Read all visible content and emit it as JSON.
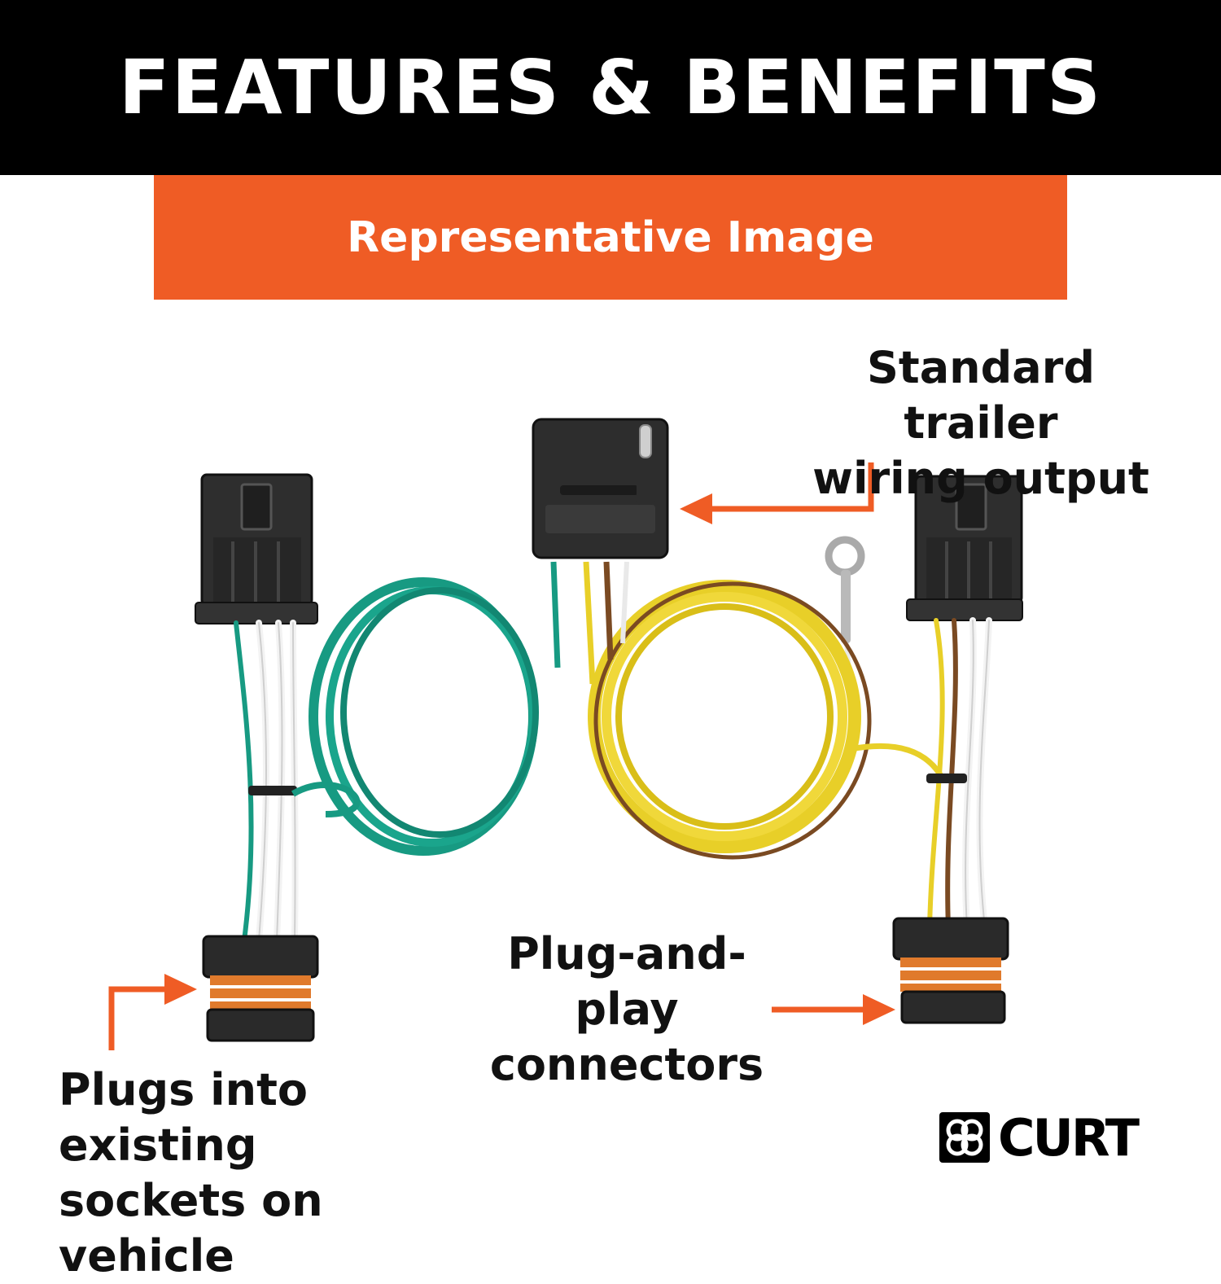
{
  "header": {
    "title": "FEATURES & BENEFITS"
  },
  "banner": {
    "label": "Representative Image"
  },
  "callouts": {
    "output": [
      "Standard trailer",
      "wiring output"
    ],
    "plug_play": [
      "Plug-and-play",
      "connectors"
    ],
    "existing": [
      "Plugs into existing",
      "sockets on vehicle"
    ]
  },
  "brand": {
    "name": "CURT",
    "logo_icon": "curt-knot-logo-icon"
  },
  "colors": {
    "header_bg": "#000000",
    "banner_bg": "#ef5c25",
    "arrow": "#ef5c25",
    "wire_green": "#179a82",
    "wire_yellow": "#e8cf28",
    "wire_brown": "#7a4a22",
    "wire_white": "#f3f3f3",
    "connector": "#2a2a2a",
    "seal": "#e07a2c"
  }
}
